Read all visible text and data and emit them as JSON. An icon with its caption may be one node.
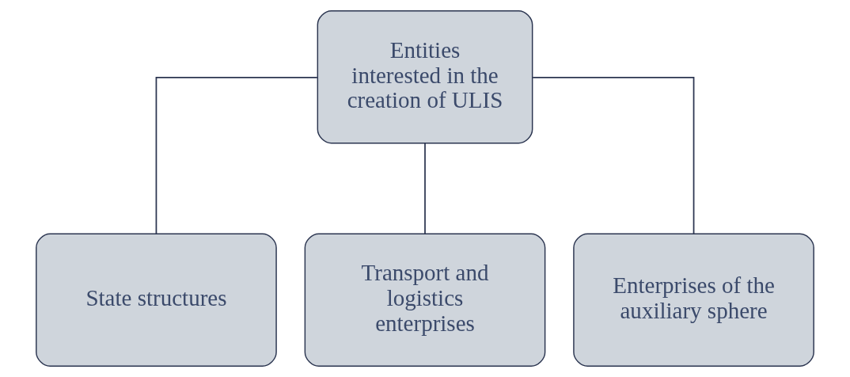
{
  "diagram": {
    "nodes": [
      {
        "text": [
          "Entities interested in the creation of ULIS"
        ]
      },
      {
        "text": [
          "State structures"
        ]
      },
      {
        "text": [
          "Transport and logistics enterprises"
        ]
      },
      {
        "text": [
          "Enterprises of the auxiliary sphere"
        ]
      }
    ],
    "edges": [
      {
        "from": 0,
        "to": 1,
        "arrow": "none"
      },
      {
        "from": 0,
        "to": 2,
        "arrow": "none"
      },
      {
        "from": 0,
        "to": 3,
        "arrow": "none"
      }
    ]
  }
}
